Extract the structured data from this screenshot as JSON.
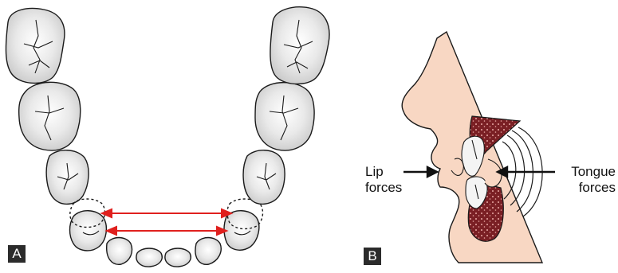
{
  "panels": {
    "a": {
      "label": "A"
    },
    "b": {
      "label": "B",
      "lip_line1": "Lip",
      "lip_line2": "forces",
      "tongue_line1": "Tongue",
      "tongue_line2": "forces"
    }
  },
  "colors": {
    "tooth_fill": "#d9d9d9",
    "outline": "#1a1a1a",
    "arrow_red": "#e0201e",
    "skin": "#f8d7c3",
    "bone": "#7a1f24",
    "bone_dots": "#e9a8a4",
    "label_bg": "#2b2b2b"
  }
}
